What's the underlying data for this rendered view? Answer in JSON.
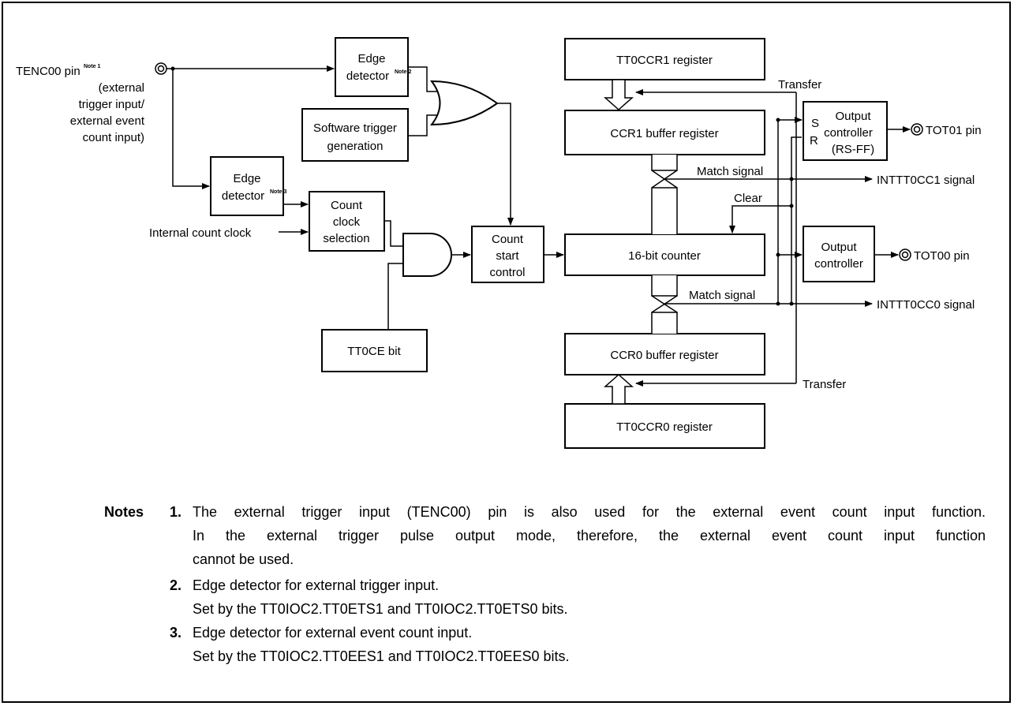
{
  "blocks": {
    "edge_detector_1": {
      "line1": "Edge",
      "line2": "detector",
      "note": "Note 2"
    },
    "software_trigger": {
      "line1": "Software trigger",
      "line2": "generation"
    },
    "edge_detector_2": {
      "line1": "Edge",
      "line2": "detector",
      "note": "Note 3"
    },
    "count_clock_selection": {
      "line1": "Count",
      "line2": "clock",
      "line3": "selection"
    },
    "count_start_control": {
      "line1": "Count",
      "line2": "start",
      "line3": "control"
    },
    "tt0ce_bit": "TT0CE bit",
    "tt0ccr1_register": "TT0CCR1 register",
    "ccr1_buffer_register": "CCR1 buffer register",
    "counter_16bit": "16-bit counter",
    "ccr0_buffer_register": "CCR0 buffer register",
    "tt0ccr0_register": "TT0CCR0 register",
    "output_controller_rsff": {
      "line1": "Output",
      "line2": "controller",
      "line3": "(RS-FF)",
      "s_label": "S",
      "r_label": "R"
    },
    "output_controller": {
      "line1": "Output",
      "line2": "controller"
    }
  },
  "signals": {
    "tenc00_pin": {
      "name": "TENC00 pin",
      "note": "Note 1",
      "line2": "(external",
      "line3": "trigger input/",
      "line4": "external event",
      "line5": "count input)"
    },
    "internal_count_clock": "Internal count clock",
    "transfer_top": "Transfer",
    "transfer_bottom": "Transfer",
    "match_signal_top": "Match signal",
    "match_signal_bottom": "Match signal",
    "clear": "Clear",
    "tot01_pin": "TOT01 pin",
    "tot00_pin": "TOT00 pin",
    "intttocc1_signal": "INTTT0CC1 signal",
    "intttocc0_signal": "INTTT0CC0 signal"
  },
  "notes": {
    "heading": "Notes",
    "items": [
      {
        "num": "1.",
        "lines": [
          "The external trigger input (TENC00) pin is also used for the external event count input function.",
          "In the external trigger pulse output mode, therefore, the external event count input function",
          "cannot be used."
        ]
      },
      {
        "num": "2.",
        "lines": [
          "Edge detector for external trigger input.",
          "Set by the TT0IOC2.TT0ETS1 and TT0IOC2.TT0ETS0 bits."
        ]
      },
      {
        "num": "3.",
        "lines": [
          "Edge detector for external event count input.",
          "Set by the TT0IOC2.TT0EES1 and TT0IOC2.TT0EES0 bits."
        ]
      }
    ]
  }
}
